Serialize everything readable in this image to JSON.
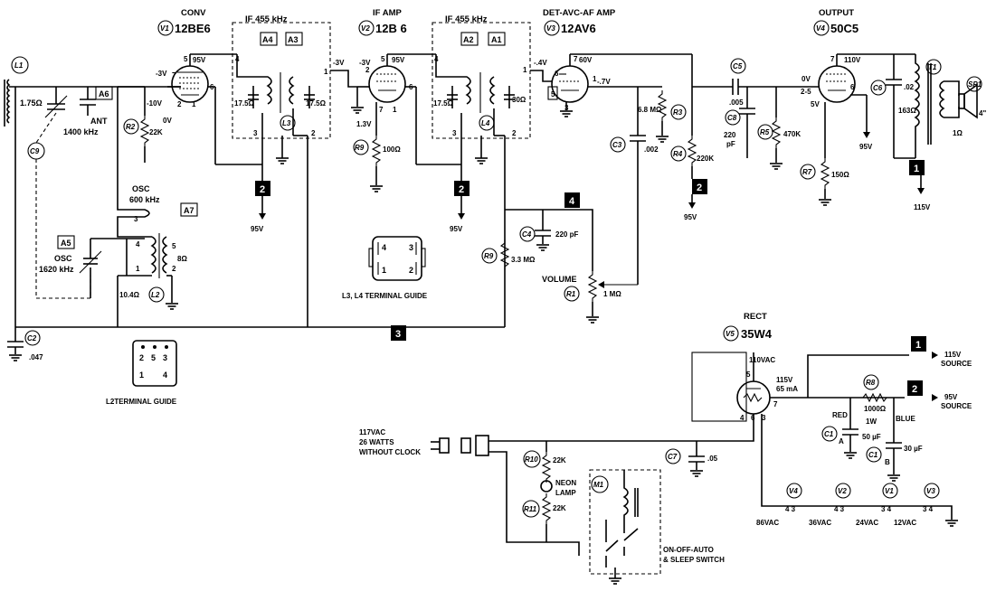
{
  "tubes": {
    "v1": {
      "role": "CONV",
      "tag": "V1",
      "type": "12BE6"
    },
    "v2": {
      "role": "IF AMP",
      "tag": "V2",
      "type": "12B 6"
    },
    "v3": {
      "role": "DET-AVC-AF AMP",
      "tag": "V3",
      "type": "12AV6"
    },
    "v4": {
      "role": "OUTPUT",
      "tag": "V4",
      "type": "50C5"
    },
    "v5": {
      "role": "RECT",
      "tag": "V5",
      "type": "35W4"
    }
  },
  "if_labels": {
    "if1": "IF 455 kHz",
    "if2": "IF 455 kHz"
  },
  "adjusters": {
    "a1": "A1",
    "a2": "A2",
    "a3": "A3",
    "a4": "A4",
    "a5": "A5",
    "a6": "A6",
    "a7": "A7"
  },
  "components": {
    "l1": "L1",
    "l1_value": "1.75Ω",
    "ant": "ANT",
    "ant_freq": "1400 kHz",
    "osc_top": "OSC",
    "osc_top_freq": "600 kHz",
    "osc_a5": "OSC",
    "osc_a5_freq": "1620 kHz",
    "c9": "C9",
    "c2": "C2",
    "c2_value": ".047",
    "r2": "R2",
    "r2_value": "22K",
    "l2": "L2",
    "l2_res_a": "10.4Ω",
    "l2_res_b": "8Ω",
    "l3": "L3",
    "l3_res_a": "17.5Ω",
    "l3_res_b": "17.5Ω",
    "l4": "L4",
    "l4_res_a": "17.5Ω",
    "l4_res_b": "30Ω",
    "r9": "R9",
    "r9_value": "100Ω",
    "r3": "R3",
    "r3_value": "6.8 MΩ",
    "r4": "R4",
    "r4_value": "220K",
    "c3": "C3",
    "c3_value": ".002",
    "c4": "C4",
    "c4_value": "220 pF",
    "r9b": "R9",
    "r9b_value": "3.3 MΩ",
    "volume": "VOLUME",
    "r1": "R1",
    "r1_value": "1 MΩ",
    "c5": "C5",
    "c5_value": ".005",
    "c8": "C8",
    "c8_value_a": "220",
    "c8_value_b": "pF",
    "r5": "R5",
    "r5_value": "470K",
    "r7": "R7",
    "r7_value": "150Ω",
    "c6": "C6",
    "c6_value": ".02",
    "t1": "T1",
    "t1_res_a": "163Ω",
    "t1_res_b": "1Ω",
    "sp1": "SP1",
    "sp1_value": "4\"",
    "r8": "R8",
    "r8_value": "1000Ω",
    "r8_watt": "1W",
    "c1a": "C1",
    "c1a_sub": "A",
    "c1a_value": "50 µF",
    "c1a_color": "RED",
    "c1b": "C1",
    "c1b_sub": "B",
    "c1b_value": "30 µF",
    "c1b_color": "BLUE",
    "c7": "C7",
    "c7_value": ".05",
    "r10": "R10",
    "r10_value": "22K",
    "r11": "R11",
    "r11_value": "22K",
    "neon_a": "NEON",
    "neon_b": "LAMP",
    "m1": "M1"
  },
  "voltages": {
    "v1_pin5": "95V",
    "v1_pin7": "-3V",
    "v1_grid": "-10V",
    "v1_cath": "0V",
    "if1_out": "-3V",
    "v2_plate": "95V",
    "v2_grid": "-3V",
    "v2_cath": "1.3V",
    "v3_in": "-.4V",
    "v3_plate": "60V",
    "v3_grid": "-.7V",
    "v4_pin7": "110V",
    "v4_grid": "0V",
    "v4_pins": "2-5",
    "v4_cath": "5V",
    "v4_screen": "95V",
    "b_95_a": "95V",
    "b_95_b": "95V",
    "b_95_c": "95V",
    "b_115": "115V",
    "v5_ac": "110VAC",
    "v5_dc": "115V",
    "v5_ma": "65 mA"
  },
  "terminal_guides": {
    "l3l4": {
      "pins": [
        "4",
        "3",
        "1",
        "2"
      ],
      "caption": "L3, L4 TERMINAL GUIDE"
    },
    "l2": {
      "pins": [
        "2",
        "5",
        "3",
        "1",
        "4"
      ],
      "caption": "L2TERMINAL GUIDE"
    }
  },
  "badges": {
    "b1a": "1",
    "b1b": "1",
    "b2a": "2",
    "b2b": "2",
    "b2c": "2",
    "b2d": "2",
    "b3": "3",
    "b4": "4"
  },
  "power": {
    "source_115_a": "115V",
    "source_115_b": "SOURCE",
    "source_95_a": "95V",
    "source_95_b": "SOURCE",
    "line_a": "117VAC",
    "line_b": "26 WATTS",
    "line_c": "WITHOUT CLOCK",
    "switch_a": "ON-OFF-AUTO",
    "switch_b": "& SLEEP SWITCH"
  },
  "heaters": [
    {
      "tag": "V4",
      "pins": "4 3",
      "volts": "86VAC"
    },
    {
      "tag": "V2",
      "pins": "4 3",
      "volts": "36VAC"
    },
    {
      "tag": "V1",
      "pins": "3 4",
      "volts": "24VAC"
    },
    {
      "tag": "V3",
      "pins": "3 4",
      "volts": "12VAC"
    }
  ]
}
